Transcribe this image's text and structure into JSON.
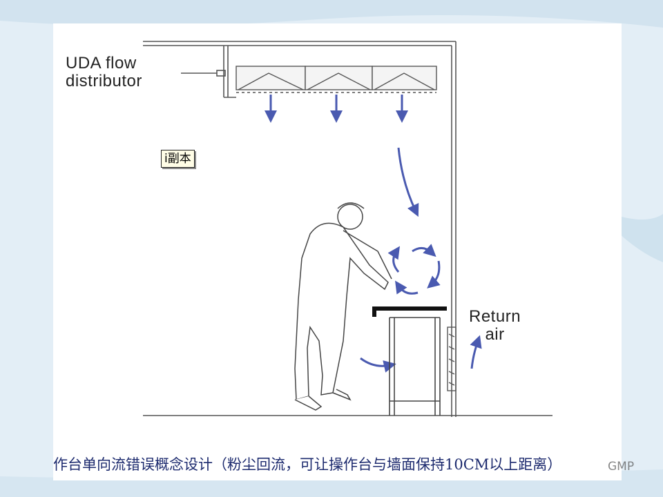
{
  "diagram": {
    "uda_label": [
      "UDA flow",
      "distributor"
    ],
    "return_label": [
      "Return",
      "air"
    ]
  },
  "tag_text": "i副本",
  "caption": "作台单向流错误概念设计（粉尘回流，可让操作台与墙面保持10CM以上距离）",
  "watermark": "GMP",
  "colors": {
    "arrow": "#4a5ab0",
    "slide_bg": "#ffffff",
    "page_bg": "#e3eef6",
    "caption": "#1c2a6e"
  }
}
